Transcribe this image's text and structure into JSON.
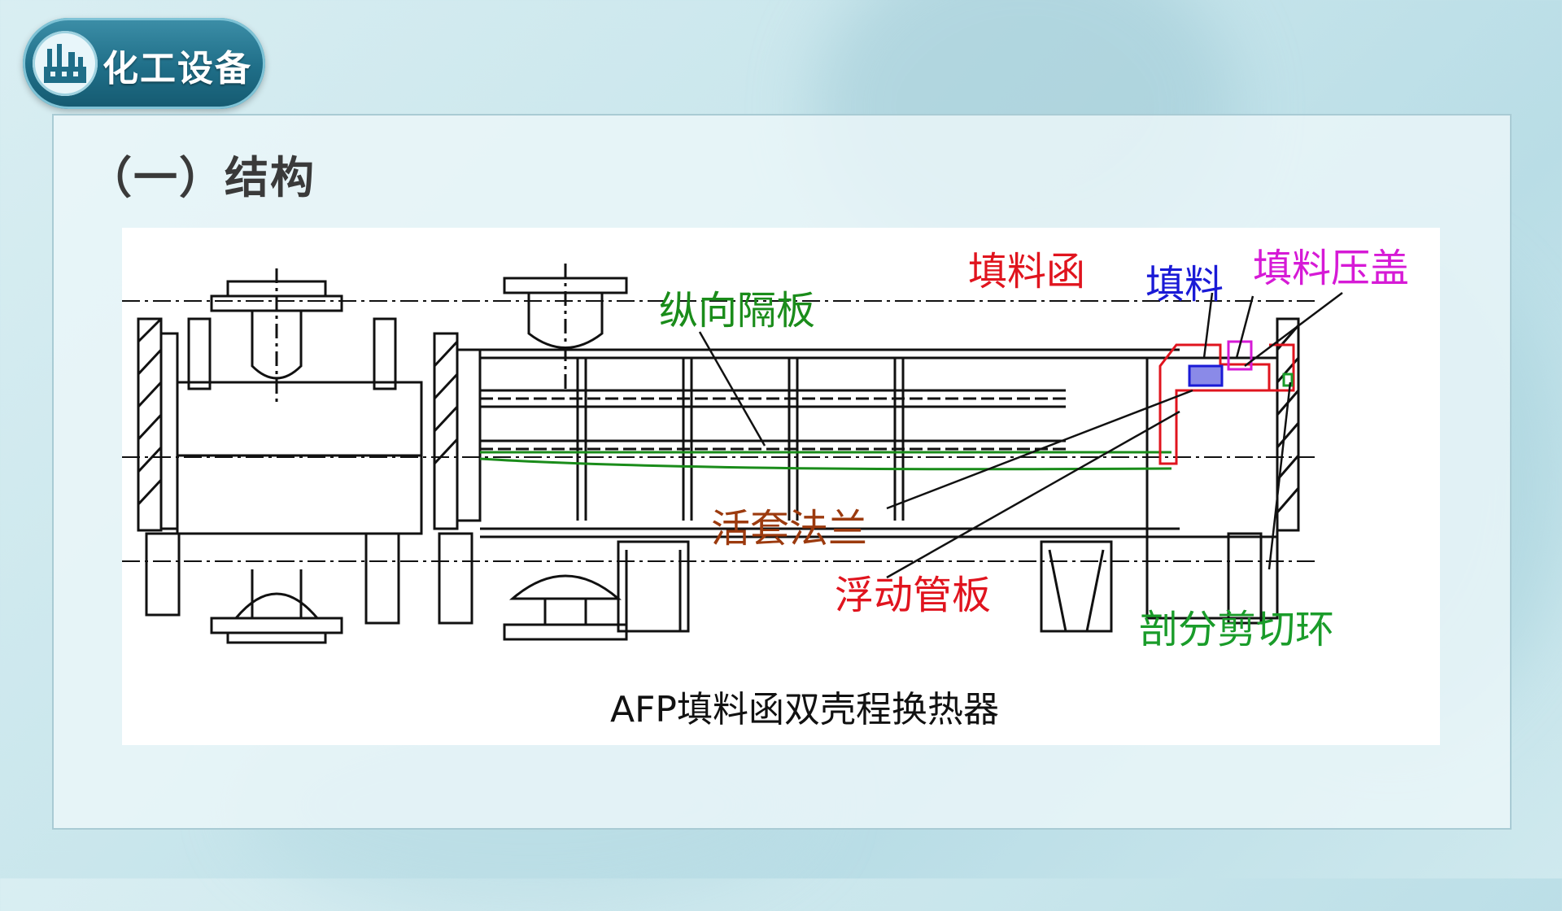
{
  "header": {
    "badge_text": "化工设备",
    "badge_icon": "factory-icon"
  },
  "section": {
    "title": "（一）结构"
  },
  "diagram": {
    "caption": "AFP填料函双壳程换热器",
    "labels": {
      "longitudinal_baffle": "纵向隔板",
      "packing_box": "填料函",
      "packing": "填料",
      "packing_gland": "填料压盖",
      "loose_flange": "活套法兰",
      "floating_tubesheet": "浮动管板",
      "split_shear_ring": "剖分剪切环"
    },
    "colors": {
      "green": "#1a8c1a",
      "red": "#e0141e",
      "blue": "#1a1ad6",
      "magenta": "#d61ad6",
      "brown": "#9c3a0e",
      "lightgreen": "#1a9c2a"
    }
  }
}
